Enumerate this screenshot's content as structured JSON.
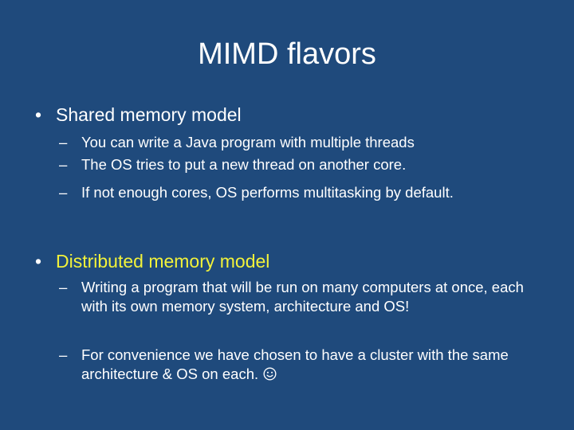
{
  "slide": {
    "title": "MIMD flavors",
    "bullet_symbol": "•",
    "dash_symbol": "–",
    "sections": [
      {
        "heading": "Shared memory model",
        "items": [
          "You can write a Java program with multiple threads",
          "The OS tries to put a new thread on another core.",
          "If not enough cores, OS performs multitasking by default."
        ]
      },
      {
        "heading": "Distributed memory model",
        "items": [
          "Writing a program that will be run on many computers at once, each with its own memory system, architecture and OS!",
          "For convenience we have chosen to have a cluster with the same architecture & OS on each."
        ]
      }
    ],
    "smiley_icon": "smiley-face-icon",
    "colors": {
      "background": "#1f4a7c",
      "text": "#ffffff",
      "highlight": "#f2f23a"
    }
  }
}
